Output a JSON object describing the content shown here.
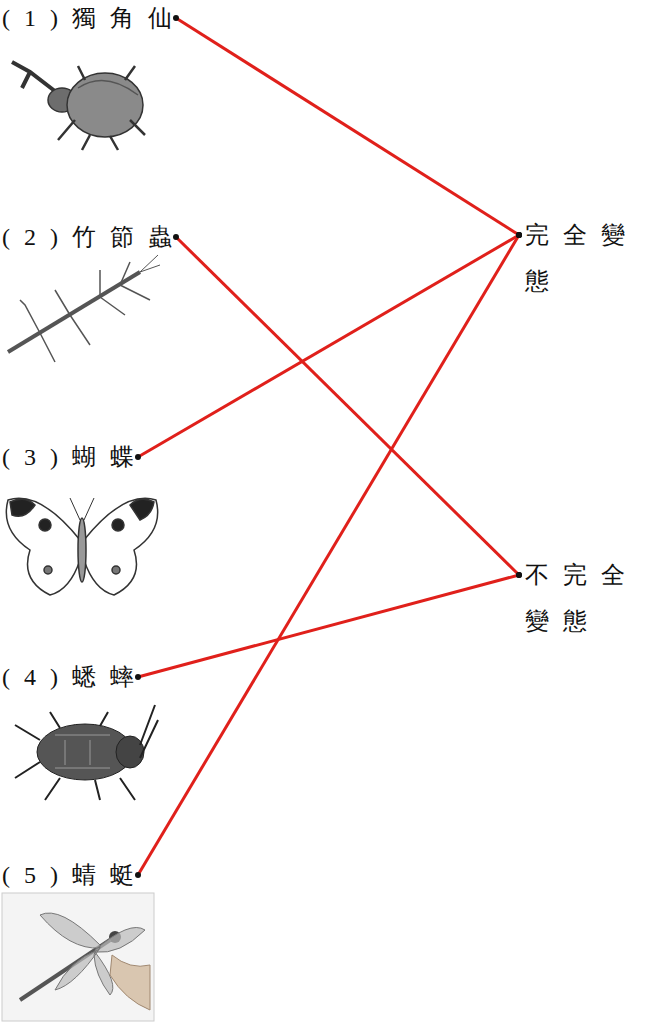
{
  "diagram": {
    "nodes": [
      {
        "text": [
          "(1)獨角仙"
        ]
      },
      {
        "text": [
          "(2)竹節蟲"
        ]
      },
      {
        "text": [
          "(3)蝴蝶"
        ]
      },
      {
        "text": [
          "(4)蟋蟀"
        ]
      },
      {
        "text": [
          "(5)蜻蜓"
        ]
      },
      {
        "text": [
          "完全變態"
        ]
      },
      {
        "text": [
          "不完全變態"
        ]
      }
    ],
    "edges": [
      {
        "from": 0,
        "to": 5,
        "arrow": "none"
      },
      {
        "from": 1,
        "to": 6,
        "arrow": "none"
      },
      {
        "from": 2,
        "to": 5,
        "arrow": "none"
      },
      {
        "from": 3,
        "to": 6,
        "arrow": "none"
      },
      {
        "from": 4,
        "to": 5,
        "arrow": "none"
      }
    ]
  }
}
